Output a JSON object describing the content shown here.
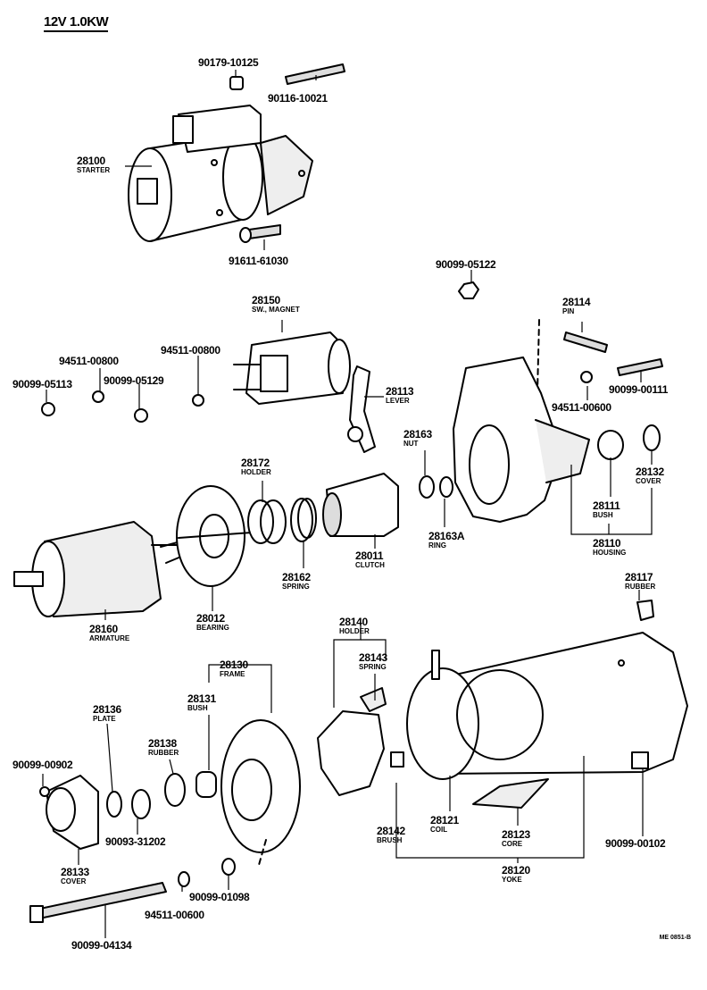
{
  "title": "12V 1.0KW",
  "code": "ME 0851-B",
  "parts": {
    "p90179_10125": {
      "num": "90179-10125",
      "name": ""
    },
    "p90116_10021": {
      "num": "90116-10021",
      "name": ""
    },
    "p28100": {
      "num": "28100",
      "name": "STARTER"
    },
    "p91611_61030": {
      "num": "91611-61030",
      "name": ""
    },
    "p90099_05122": {
      "num": "90099-05122",
      "name": ""
    },
    "p28150": {
      "num": "28150",
      "name": "SW., MAGNET"
    },
    "p28114": {
      "num": "28114",
      "name": "PIN"
    },
    "p94511_00800_a": {
      "num": "94511-00800",
      "name": ""
    },
    "p94511_00800_b": {
      "num": "94511-00800",
      "name": ""
    },
    "p90099_05113": {
      "num": "90099-05113",
      "name": ""
    },
    "p90099_05129": {
      "num": "90099-05129",
      "name": ""
    },
    "p28113": {
      "num": "28113",
      "name": "LEVER"
    },
    "p90099_00111": {
      "num": "90099-00111",
      "name": ""
    },
    "p94511_00600_a": {
      "num": "94511-00600",
      "name": ""
    },
    "p28163": {
      "num": "28163",
      "name": "NUT"
    },
    "p28172": {
      "num": "28172",
      "name": "HOLDER"
    },
    "p28132": {
      "num": "28132",
      "name": "COVER"
    },
    "p28111": {
      "num": "28111",
      "name": "BUSH"
    },
    "p28163A": {
      "num": "28163A",
      "name": "RING"
    },
    "p28110": {
      "num": "28110",
      "name": "HOUSING"
    },
    "p28011": {
      "num": "28011",
      "name": "CLUTCH"
    },
    "p28162": {
      "num": "28162",
      "name": "SPRING"
    },
    "p28117": {
      "num": "28117",
      "name": "RUBBER"
    },
    "p28160": {
      "num": "28160",
      "name": "ARMATURE"
    },
    "p28012": {
      "num": "28012",
      "name": "BEARING"
    },
    "p28140": {
      "num": "28140",
      "name": "HOLDER"
    },
    "p28143": {
      "num": "28143",
      "name": "SPRING"
    },
    "p28130": {
      "num": "28130",
      "name": "FRAME"
    },
    "p28131": {
      "num": "28131",
      "name": "BUSH"
    },
    "p28136": {
      "num": "28136",
      "name": "PLATE"
    },
    "p28138": {
      "num": "28138",
      "name": "RUBBER"
    },
    "p90099_00902": {
      "num": "90099-00902",
      "name": ""
    },
    "p90093_31202": {
      "num": "90093-31202",
      "name": ""
    },
    "p28142": {
      "num": "28142",
      "name": "BRUSH"
    },
    "p28121": {
      "num": "28121",
      "name": "COIL"
    },
    "p28123": {
      "num": "28123",
      "name": "CORE"
    },
    "p90099_00102": {
      "num": "90099-00102",
      "name": ""
    },
    "p28133": {
      "num": "28133",
      "name": "COVER"
    },
    "p28120": {
      "num": "28120",
      "name": "YOKE"
    },
    "p94511_00600_b": {
      "num": "94511-00600",
      "name": ""
    },
    "p90099_01098": {
      "num": "90099-01098",
      "name": ""
    },
    "p90099_04134": {
      "num": "90099-04134",
      "name": ""
    }
  }
}
